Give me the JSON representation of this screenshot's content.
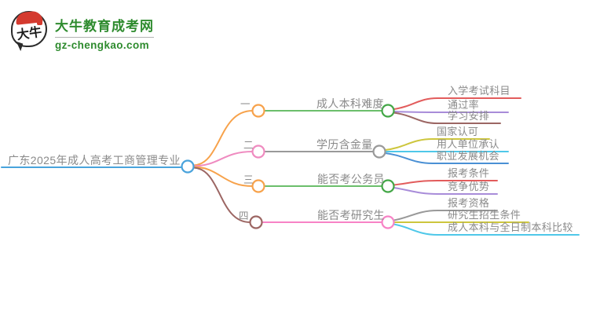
{
  "logo": {
    "mark_text": "大牛",
    "title": "大牛教育成考网",
    "domain": "gz-chengkao.com"
  },
  "root": {
    "label": "广东2025年成人高考工商管理专业"
  },
  "branches": [
    {
      "num": "一",
      "topic": "成人本科难度",
      "children": [
        "入学考试科目",
        "通过率",
        "学习安排"
      ]
    },
    {
      "num": "二",
      "topic": "学历含金量",
      "children": [
        "国家认可",
        "用人单位承认",
        "职业发展机会"
      ]
    },
    {
      "num": "三",
      "topic": "能否考公务员",
      "children": [
        "报考条件",
        "竞争优势"
      ]
    },
    {
      "num": "四",
      "topic": "能否考研究生",
      "children": [
        "报考资格",
        "研究生招生条件",
        "成人本科与全日制本科比较"
      ]
    }
  ],
  "colors": {
    "brand_green": "#2E8B2E",
    "logo_red": "#D43A2F",
    "text_gray": "#8A8A8A",
    "root_blue": "#49A3DC",
    "orange": "#F7A24B",
    "pink": "#EF8BC0",
    "pink_bright": "#F783C6",
    "brown": "#9C6663",
    "green_line": "#6BBE6B",
    "green_circle": "#43A747",
    "gray_line": "#999999",
    "red": "#E25C5C",
    "purple": "#A88CD9",
    "yellow": "#CDC63D",
    "cyan": "#4FC8E9",
    "blue": "#4A90D4"
  }
}
